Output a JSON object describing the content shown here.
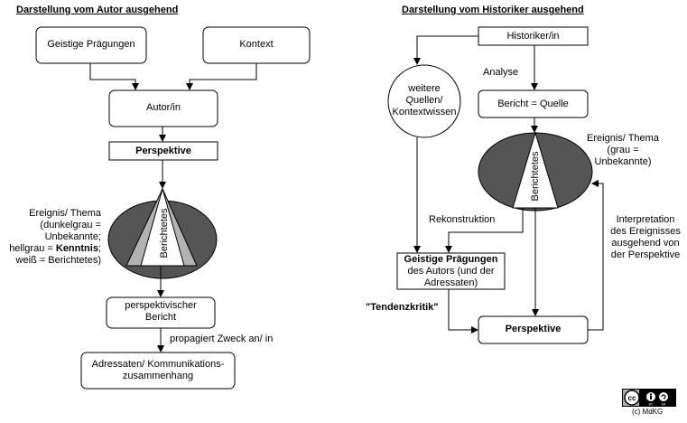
{
  "left": {
    "title": "Darstellung vom Autor ausgehend",
    "geistige_praegungen": "Geistige Prägungen",
    "kontext": "Kontext",
    "autor": "Autor/in",
    "perspektive": "Perspektive",
    "berichtetes": "Berichtetes",
    "legend_line1": "Ereignis/ Thema",
    "legend_line2": "(dunkelgrau =",
    "legend_line3": "Unbekannte;",
    "legend_line4_a": "hellgrau = ",
    "legend_line4_b": "Kenntnis",
    "legend_line4_c": ";",
    "legend_line5": "weiß = Berichtetes)",
    "bericht_line1": "perspektivischer",
    "bericht_line2": "Bericht",
    "propagiert": "propagiert Zweck an/ in",
    "adressaten_line1": "Adressaten/ Kommunikations-",
    "adressaten_line2": "zusammenhang"
  },
  "right": {
    "title": "Darstellung vom Historiker ausgehend",
    "historiker": "Historiker/in",
    "analyse": "Analyse",
    "quellen_line1": "weitere",
    "quellen_line2": "Quellen/",
    "quellen_line3": "Kontextwissen",
    "bericht_quelle": "Bericht = Quelle",
    "ereignis_line1": "Ereignis/ Thema",
    "ereignis_line2": "(grau =",
    "ereignis_line3": "Unbekannte)",
    "berichtetes": "Berichtetes",
    "rekonstruktion": "Rekonstruktion",
    "interp_line1": "Interpretation",
    "interp_line2": "des Ereignisses",
    "interp_line3": "ausgehend von",
    "interp_line4": "der Perspektive",
    "geistige_line1": "Geistige Prägungen",
    "geistige_line2": "des Autors (und der",
    "geistige_line3": "Adressaten)",
    "tendenzkritik": "\"Tendenzkritik\"",
    "perspektive": "Perspektive"
  },
  "license": {
    "icon": "cc-by-sa-icon",
    "credit": "(c) MdKG"
  },
  "colors": {
    "dark_ellipse": "#555555",
    "light_gray": "#b3b3b3",
    "white": "#ffffff",
    "stroke": "#000000"
  }
}
